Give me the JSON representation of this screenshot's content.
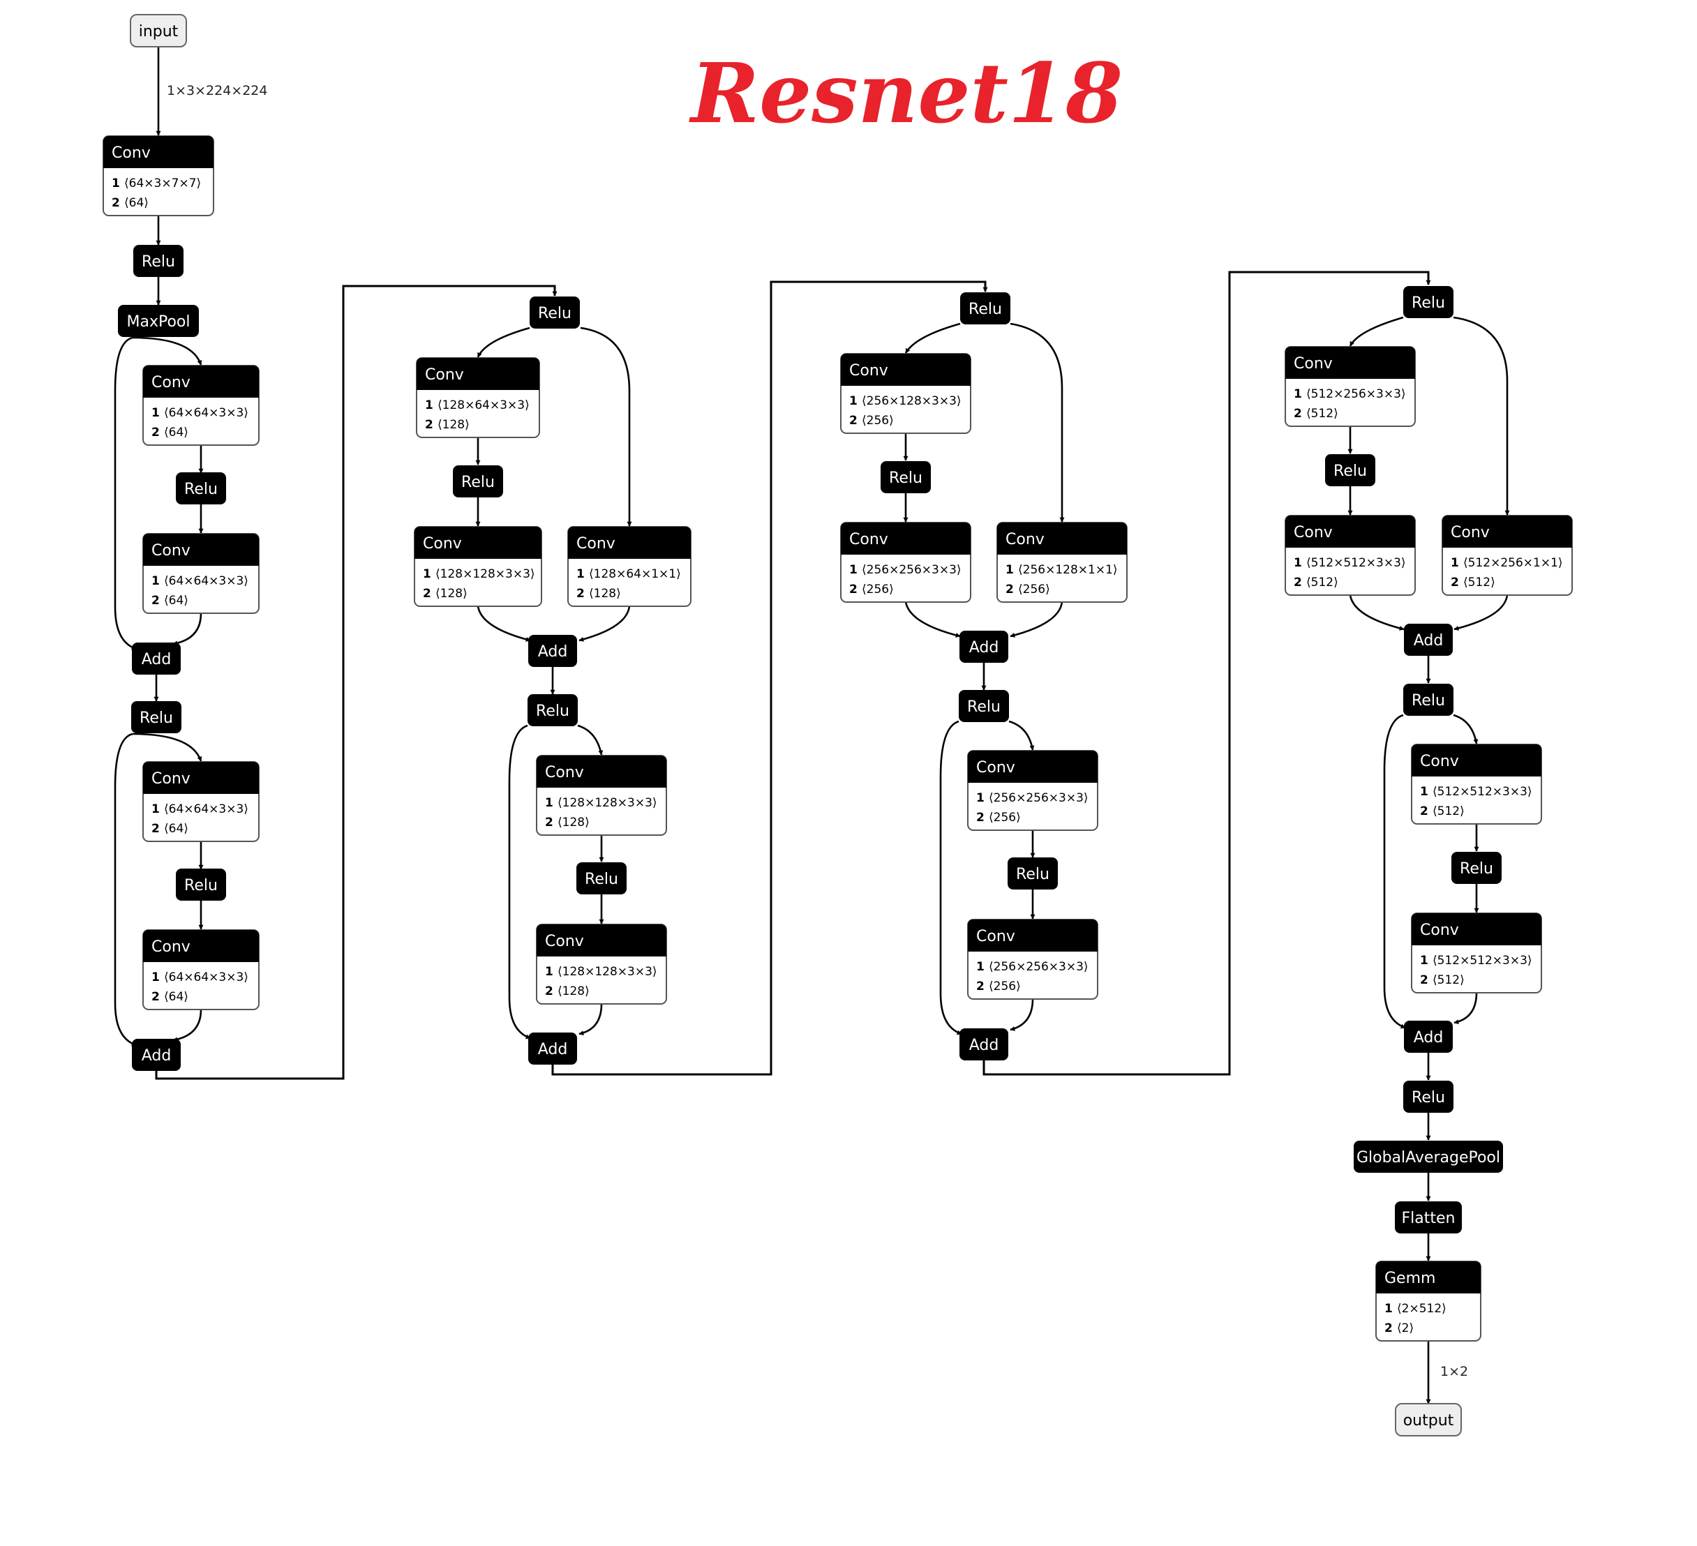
{
  "title": "Resnet18",
  "input_label": "input",
  "output_label": "output",
  "input_shape": "1×3×224×224",
  "output_shape": "1×2",
  "op_labels": {
    "conv": "Conv",
    "relu": "Relu",
    "add": "Add",
    "maxpool": "MaxPool",
    "gap": "GlobalAveragePool",
    "flatten": "Flatten",
    "gemm": "Gemm"
  },
  "attr_keys": [
    "1",
    "2"
  ],
  "stem_conv": [
    "⟨64×3×7×7⟩",
    "⟨64⟩"
  ],
  "layer1_convs": [
    [
      "⟨64×64×3×3⟩",
      "⟨64⟩"
    ],
    [
      "⟨64×64×3×3⟩",
      "⟨64⟩"
    ],
    [
      "⟨64×64×3×3⟩",
      "⟨64⟩"
    ],
    [
      "⟨64×64×3×3⟩",
      "⟨64⟩"
    ]
  ],
  "layer2_convs": {
    "down_a": [
      "⟨128×64×3×3⟩",
      "⟨128⟩"
    ],
    "down_b": [
      "⟨128×128×3×3⟩",
      "⟨128⟩"
    ],
    "shortcut": [
      "⟨128×64×1×1⟩",
      "⟨128⟩"
    ],
    "block_a": [
      "⟨128×128×3×3⟩",
      "⟨128⟩"
    ],
    "block_b": [
      "⟨128×128×3×3⟩",
      "⟨128⟩"
    ]
  },
  "layer3_convs": {
    "down_a": [
      "⟨256×128×3×3⟩",
      "⟨256⟩"
    ],
    "down_b": [
      "⟨256×256×3×3⟩",
      "⟨256⟩"
    ],
    "shortcut": [
      "⟨256×128×1×1⟩",
      "⟨256⟩"
    ],
    "block_a": [
      "⟨256×256×3×3⟩",
      "⟨256⟩"
    ],
    "block_b": [
      "⟨256×256×3×3⟩",
      "⟨256⟩"
    ]
  },
  "layer4_convs": {
    "down_a": [
      "⟨512×256×3×3⟩",
      "⟨512⟩"
    ],
    "down_b": [
      "⟨512×512×3×3⟩",
      "⟨512⟩"
    ],
    "shortcut": [
      "⟨512×256×1×1⟩",
      "⟨512⟩"
    ],
    "block_a": [
      "⟨512×512×3×3⟩",
      "⟨512⟩"
    ],
    "block_b": [
      "⟨512×512×3×3⟩",
      "⟨512⟩"
    ]
  },
  "gemm": [
    "⟨2×512⟩",
    "⟨2⟩"
  ]
}
